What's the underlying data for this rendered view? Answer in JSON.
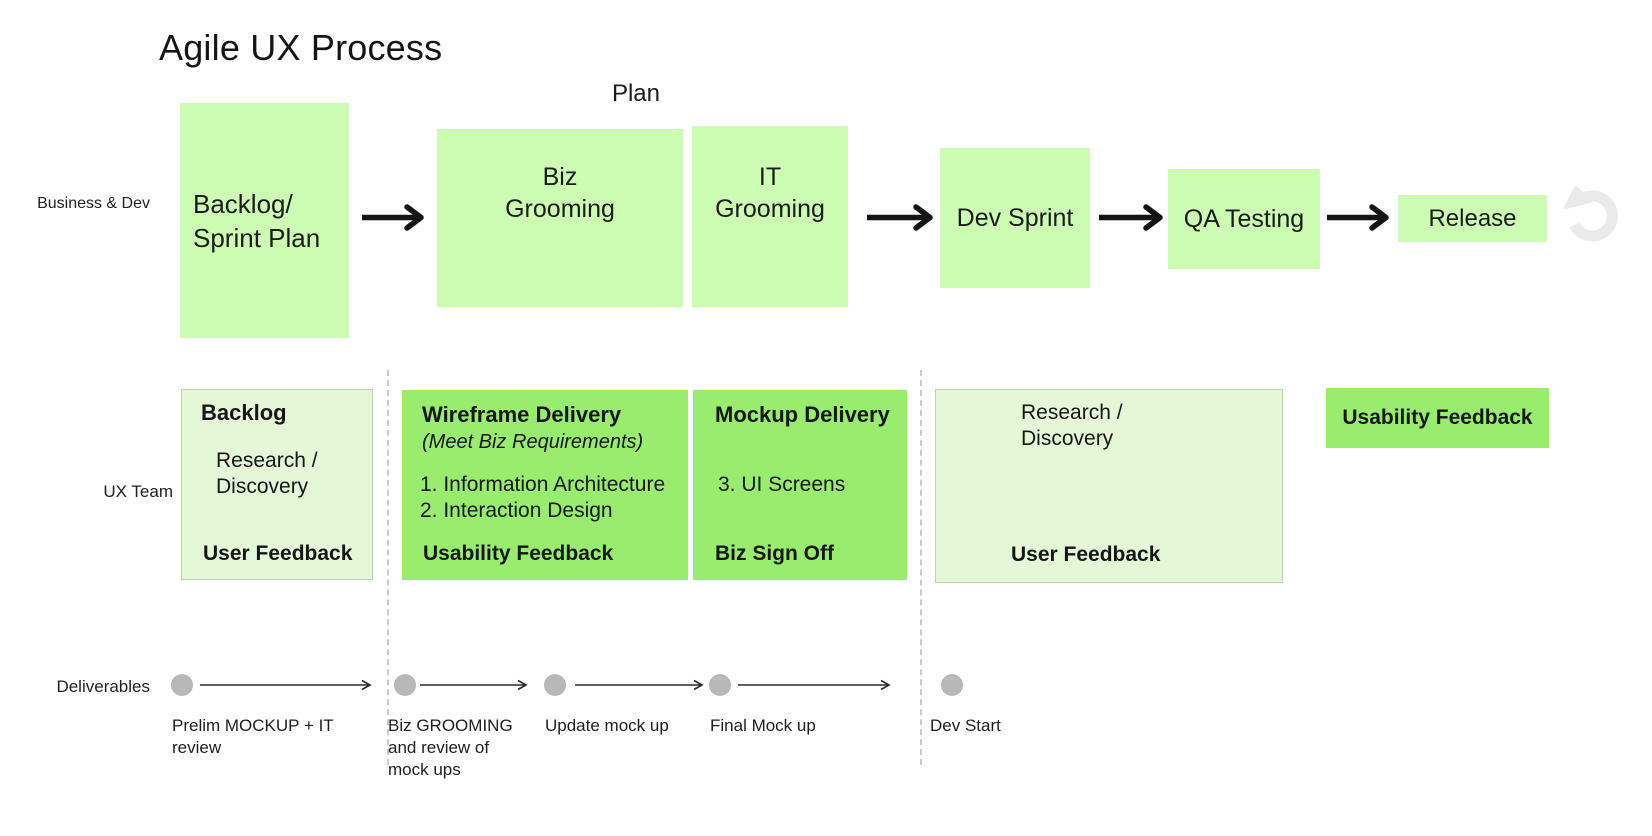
{
  "title": "Agile UX Process",
  "row_labels": {
    "row1": "Business & Dev",
    "row2": "UX Team",
    "row3": "Deliverables"
  },
  "phase_label": "Plan",
  "flow": {
    "backlog_sprint": "Backlog/\nSprint Plan",
    "biz_grooming": "Biz\nGrooming",
    "it_grooming": "IT\nGrooming",
    "dev_sprint": "Dev Sprint",
    "qa_testing": "QA Testing",
    "release": "Release"
  },
  "ux_team": {
    "backlog_box": {
      "title": "Backlog",
      "body": "Research /\nDiscovery",
      "footer": "User Feedback"
    },
    "wireframe_box": {
      "title": "Wireframe Delivery",
      "subtitle": "(Meet Biz Requirements)",
      "items": "1. Information Architecture\n2. Interaction Design",
      "footer": "Usability Feedback"
    },
    "mockup_box": {
      "title": "Mockup Delivery",
      "items": "3. UI Screens",
      "footer": "Biz Sign Off"
    },
    "research_box": {
      "body": "Research /\nDiscovery",
      "footer": "User Feedback"
    },
    "usability_box": {
      "label": "Usability Feedback"
    }
  },
  "deliverables": {
    "milestones": [
      "Prelim MOCKUP + IT\nreview",
      "Biz GROOMING\nand review of\nmock ups",
      "Update mock up",
      "Final Mock up",
      "Dev Start"
    ]
  },
  "colors": {
    "flow_box_green": "#ccfdb3",
    "bright_green": "#98ed6f",
    "pale_green_fill": "#e4f8d8",
    "pale_green_border": "#b5d6a6",
    "dot_gray": "#b8b8b8",
    "dashed_line_gray": "#cbcbcb",
    "refresh_icon_gray": "#eaeaea",
    "arrow_black": "#141414"
  }
}
